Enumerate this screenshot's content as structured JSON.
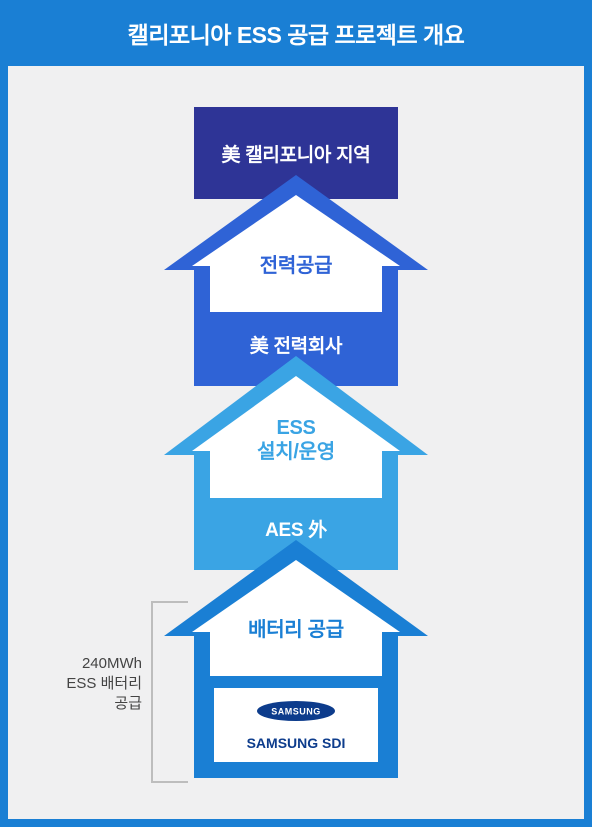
{
  "title": "캘리포니아 ESS 공급 프로젝트 개요",
  "levels": [
    {
      "box_label": "美 캘리포니아 지역",
      "color": "#2e3496"
    },
    {
      "box_label": "美 전력회사",
      "arrow_label": "전력공급",
      "color": "#2f63d6",
      "text_color": "#2f63d6"
    },
    {
      "box_label": "AES 外",
      "arrow_label_lines": [
        "ESS",
        "설치/운영"
      ],
      "color": "#3aa4e4",
      "text_color": "#3aa4e4"
    },
    {
      "arrow_label": "배터리 공급",
      "color": "#1a7fd4",
      "text_color": "#1a7fd4"
    }
  ],
  "supplier": {
    "logo_text": "SAMSUNG",
    "name": "SAMSUNG SDI",
    "logo_color": "#0d3c8c"
  },
  "side_note_lines": [
    "240MWh",
    "ESS 배터리",
    "공급"
  ]
}
